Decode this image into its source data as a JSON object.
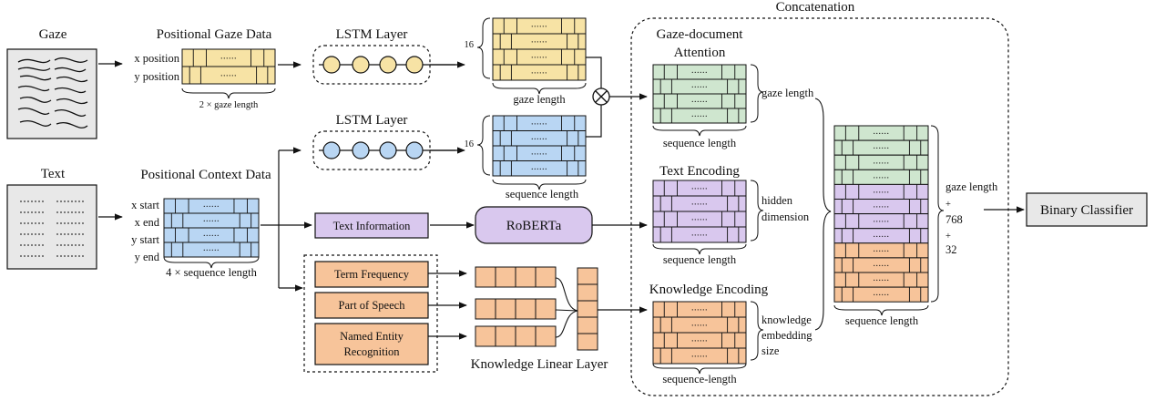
{
  "colors": {
    "gaze": "#f7e3a5",
    "gaze_stroke": "#555555",
    "context": "#b9d6f3",
    "attention": "#cfe6cf",
    "text_enc": "#d9c8ee",
    "knowledge": "#f7c49a",
    "gray": "#e8e8e8",
    "line": "#111111"
  },
  "labels": {
    "gaze": "Gaze",
    "text": "Text",
    "positional_gaze_data": "Positional Gaze Data",
    "x_position": "x position",
    "y_position": "y position",
    "gaze_brace": "2 × gaze length",
    "lstm1": "LSTM Layer",
    "lstm2": "LSTM Layer",
    "out16_a": "16",
    "out16_b": "16",
    "gaze_length_bottom": "gaze length",
    "sequence_length_bottom": "sequence length",
    "positional_context_data": "Positional Context Data",
    "x_start": "x start",
    "x_end": "x end",
    "y_start": "y start",
    "y_end": "y end",
    "context_brace": "4 × sequence length",
    "text_information": "Text Information",
    "roberta": "RoBERTa",
    "term_frequency": "Term Frequency",
    "part_of_speech": "Part of Speech",
    "ner_line1": "Named Entity",
    "ner_line2": "Recognition",
    "knowledge_linear_layer": "Knowledge Linear Layer",
    "concatenation": "Concatenation",
    "gda_line1": "Gaze-document",
    "gda_line2": "Attention",
    "gda_right": "gaze length",
    "gda_bottom": "sequence length",
    "text_encoding": "Text Encoding",
    "te_right1": "hidden",
    "te_right2": "dimension",
    "te_bottom": "sequence length",
    "knowledge_encoding": "Knowledge Encoding",
    "ke_right1": "knowledge",
    "ke_right2": "embedding",
    "ke_right3": "size",
    "ke_bottom": "sequence-length",
    "concat_bottom": "sequence length",
    "concat_right1": "gaze length",
    "concat_right2": "+",
    "concat_right3": "768",
    "concat_right4": "+",
    "concat_right5": "32",
    "binary_classifier": "Binary Classifier",
    "dots": "......"
  }
}
